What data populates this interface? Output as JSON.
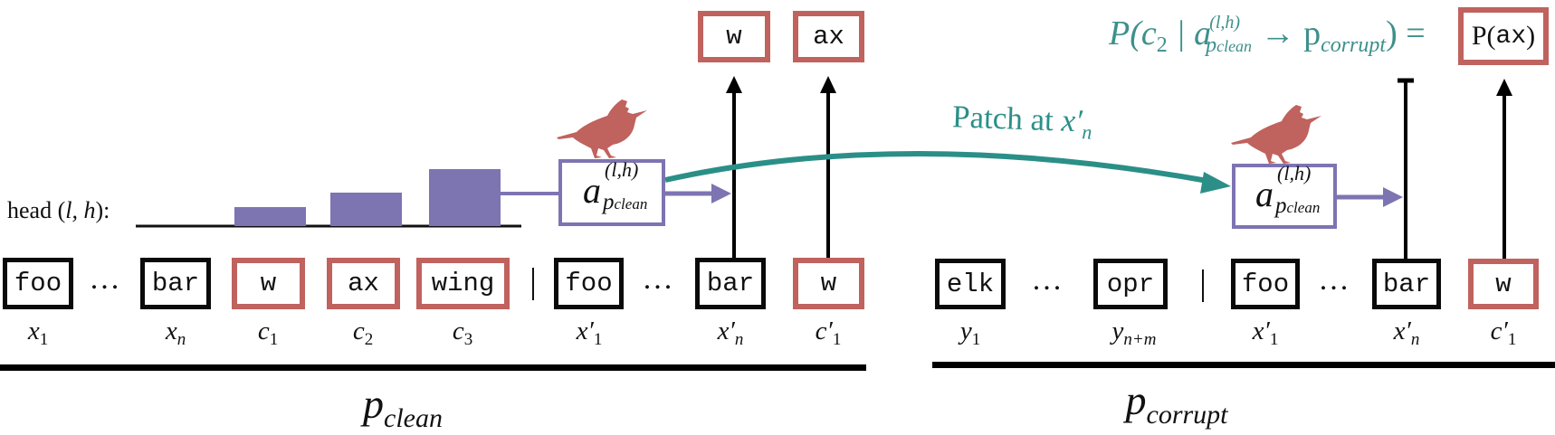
{
  "colors": {
    "token_border": "#0a0a0a",
    "output_border": "#c0625e",
    "attention": "#7d74b2",
    "patch": "#2b8f88",
    "bird": "#c0625e"
  },
  "clean": {
    "label_main": "p",
    "label_sub": "clean",
    "head_label_prefix": "head (",
    "head_label_vars": "l, h",
    "head_label_suffix": "):",
    "tokens": [
      {
        "text": "foo",
        "kind": "context",
        "sub_main": "x",
        "sub_idx": "1"
      },
      {
        "text": "bar",
        "kind": "context",
        "sub_main": "x",
        "sub_idx": "n"
      },
      {
        "text": "w",
        "kind": "completion",
        "sub_main": "c",
        "sub_idx": "1"
      },
      {
        "text": "ax",
        "kind": "completion",
        "sub_main": "c",
        "sub_idx": "2"
      },
      {
        "text": "wing",
        "kind": "completion",
        "sub_main": "c",
        "sub_idx": "3"
      },
      {
        "text": "foo",
        "kind": "context",
        "sub_main": "x′",
        "sub_idx": "1"
      },
      {
        "text": "bar",
        "kind": "context",
        "sub_main": "x′",
        "sub_idx": "n"
      },
      {
        "text": "w",
        "kind": "completion",
        "sub_main": "c′",
        "sub_idx": "1"
      }
    ],
    "ellipsis": "...",
    "separator": "|",
    "attention_weights": {
      "c1": 0.33,
      "c2": 0.59,
      "c3": 1.0
    },
    "outputs": [
      {
        "text": "w"
      },
      {
        "text": "ax"
      }
    ],
    "activation": {
      "base": "a",
      "sup": "(l,h)",
      "sub_p": "p",
      "sub_clean": "clean"
    }
  },
  "patch": {
    "label": "Patch at ",
    "var": "x′",
    "var_sub": "n"
  },
  "corrupt": {
    "label_main": "p",
    "label_sub": "corrupt",
    "tokens": [
      {
        "text": "elk",
        "kind": "context",
        "sub_main": "y",
        "sub_idx": "1"
      },
      {
        "text": "opr",
        "kind": "context",
        "sub_main": "y",
        "sub_idx": "n+m"
      },
      {
        "text": "foo",
        "kind": "context",
        "sub_main": "x′",
        "sub_idx": "1"
      },
      {
        "text": "bar",
        "kind": "context",
        "sub_main": "x′",
        "sub_idx": "n"
      },
      {
        "text": "w",
        "kind": "completion",
        "sub_main": "c′",
        "sub_idx": "1"
      }
    ],
    "ellipsis": "...",
    "separator": "|",
    "activation": {
      "base": "a",
      "sup": "(l,h)",
      "sub_p": "p",
      "sub_clean": "clean"
    },
    "formula": {
      "lhs_open": "P(c",
      "lhs_idx": "2",
      "bar": " | a",
      "a_sup": "(l,h)",
      "a_sub_p": "p",
      "a_sub_clean": "clean",
      "arrow": " → p",
      "p_sub": "corrupt",
      "close": ") = "
    },
    "result": {
      "prefix": "P(",
      "token": "ax",
      "suffix": ")"
    }
  }
}
